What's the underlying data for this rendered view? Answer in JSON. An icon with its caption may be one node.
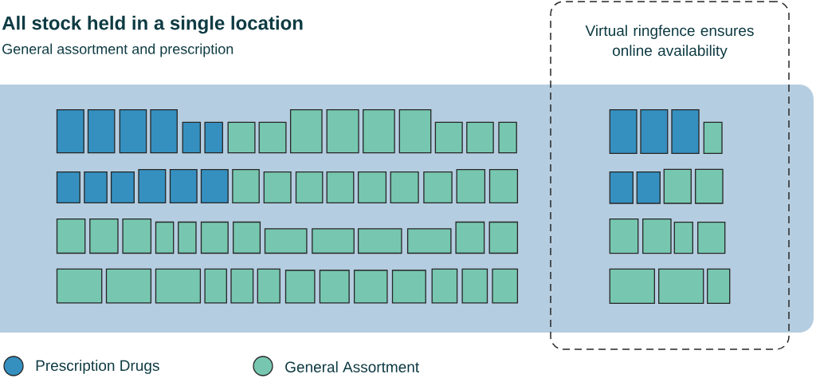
{
  "diagram": {
    "title": "All stock held in a single location",
    "nodes": [
      {
        "text": [
          "Virtual ringfence ensures online availability"
        ]
      }
    ],
    "edges": [],
    "labels": [
      "General assortment and prescription"
    ],
    "legend": [
      {
        "text": "Prescription Drugs",
        "color": "#3590c0"
      },
      {
        "text": "General Assortment",
        "color": "#77c7b0"
      }
    ]
  }
}
